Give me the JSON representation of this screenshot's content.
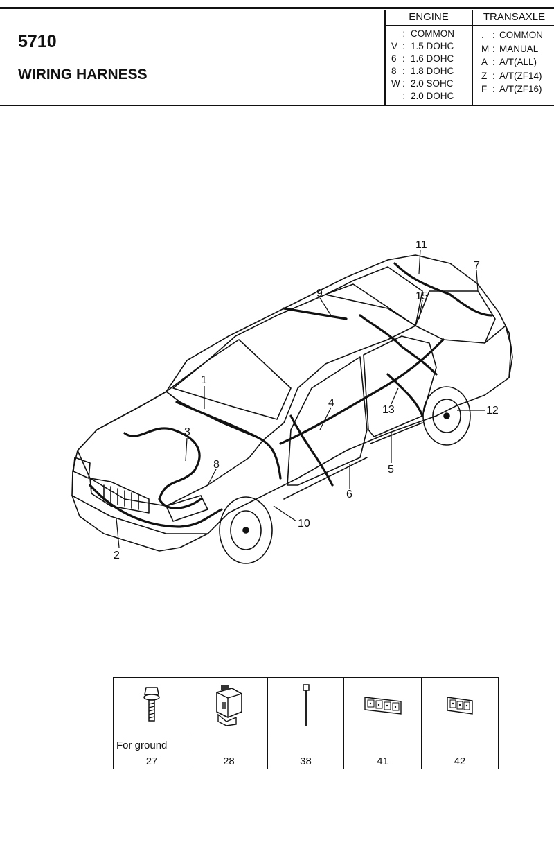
{
  "header": {
    "part_number": "5710",
    "title": "WIRING HARNESS",
    "engine": {
      "heading": "ENGINE",
      "rows": [
        {
          "code": "",
          "sep": ":",
          "desc": "COMMON"
        },
        {
          "code": "V",
          "sep": ":",
          "desc": "1.5 DOHC"
        },
        {
          "code": "6",
          "sep": ":",
          "desc": "1.6 DOHC"
        },
        {
          "code": "8",
          "sep": ":",
          "desc": "1.8 DOHC"
        },
        {
          "code": "W",
          "sep": ":",
          "desc": "2.0 SOHC"
        },
        {
          "code": "",
          "sep": ":",
          "desc": "2.0 DOHC"
        }
      ]
    },
    "transaxle": {
      "heading": "TRANSAXLE",
      "rows": [
        {
          "code": ".",
          "sep": ":",
          "desc": "COMMON"
        },
        {
          "code": "M",
          "sep": ":",
          "desc": "MANUAL"
        },
        {
          "code": "A",
          "sep": ":",
          "desc": "A/T(ALL)"
        },
        {
          "code": "Z",
          "sep": ":",
          "desc": "A/T(ZF14)"
        },
        {
          "code": "F",
          "sep": ":",
          "desc": "A/T(ZF16)"
        }
      ]
    }
  },
  "diagram": {
    "callouts": [
      "1",
      "2",
      "3",
      "4",
      "5",
      "6",
      "7",
      "8",
      "9",
      "10",
      "11",
      "12",
      "13",
      "15"
    ]
  },
  "parts_table": {
    "icons": [
      "ground-bolt-icon",
      "relay-bracket-icon",
      "cable-tie-icon",
      "grommet-plate-large-icon",
      "grommet-plate-small-icon"
    ],
    "note": "For ground",
    "numbers": [
      "27",
      "28",
      "38",
      "41",
      "42"
    ]
  }
}
